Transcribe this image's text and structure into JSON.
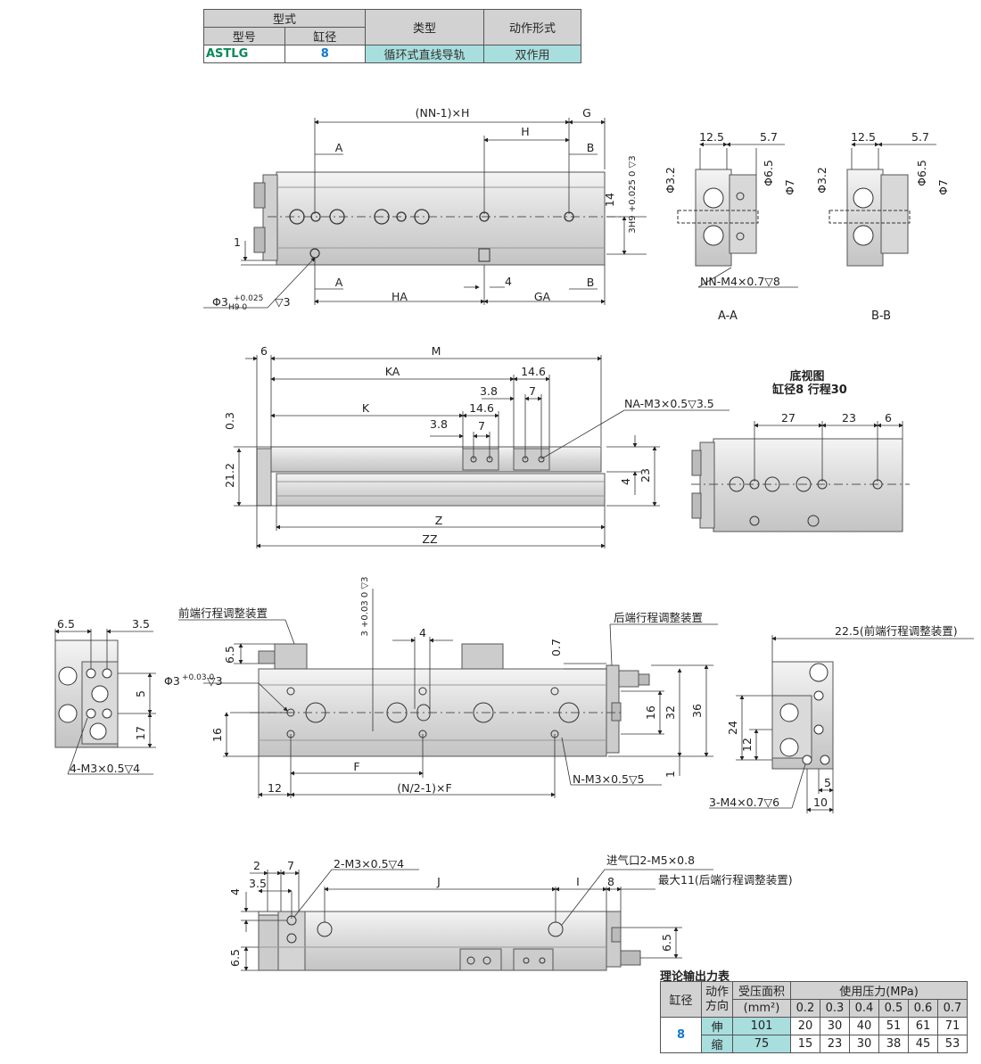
{
  "spec_table": {
    "h_form": "型式",
    "h_model": "型号",
    "h_bore": "缸径",
    "h_type": "类型",
    "h_action": "动作形式",
    "model": "ASTLG",
    "bore": "8",
    "type": "循环式直线导轨",
    "action": "双作用"
  },
  "labels": {
    "nn1h": "(NN-1)×H",
    "g": "G",
    "a": "A",
    "h": "H",
    "b": "B",
    "ha": "HA",
    "ga": "GA",
    "four": "4",
    "one": "1",
    "d3_top": "Φ3",
    "d3_tol": "+0.025",
    "d3_h9": "H9 0",
    "d3_depth": "▽3",
    "fourteen": "14",
    "three_h9": "3H9 +0.025 0 ▽3",
    "sec_a": "A-A",
    "sec_b": "B-B",
    "d12_5": "12.5",
    "d5_7": "5.7",
    "dphi32": "Φ3.2",
    "dphi65": "Φ6.5",
    "dphi7": "Φ7",
    "nn_m4": "NN-M4×0.7▽8",
    "six": "6",
    "m": "M",
    "ka": "KA",
    "k": "K",
    "d14_6": "14.6",
    "d3_8": "3.8",
    "seven": "7",
    "na_m3": "NA-M3×0.5▽3.5",
    "d0_3": "0.3",
    "d21_2": "21.2",
    "d23": "23",
    "z": "Z",
    "zz": "ZZ",
    "bottom_title": "底视图",
    "bottom_sub": "缸径8 行程30",
    "d27": "27",
    "d6_5": "6.5",
    "d3_5": "3.5",
    "front_adj": "前端行程调整装置",
    "rear_adj": "后端行程调整装置",
    "d3_03": "Φ3",
    "d3_03_tol": "+0.03 0",
    "d3_03_depth": "▽3",
    "d0_7": "0.7",
    "d16": "16",
    "d32": "32",
    "d36": "36",
    "d5": "5",
    "d17": "17",
    "four_m3": "4-M3×0.5▽4",
    "f": "F",
    "n2f": "(N/2-1)×F",
    "d12": "12",
    "n_m3": "N-M3×0.5▽5",
    "d22_5": "22.5(前端行程调整装置)",
    "d24": "24",
    "d10": "10",
    "three_m4": "3-M4×0.7▽6",
    "two": "2",
    "two_m3": "2-M3×0.5▽4",
    "j": "J",
    "i": "I",
    "eight": "8",
    "inlet": "进气口2-M5×0.8",
    "max11": "最大11(后端行程调整装置)",
    "vert_dim": "3 +0.03 0 ▽3"
  },
  "output_table": {
    "title": "理论输出力表",
    "h_bore": "缸径",
    "h_dir": "动作方向",
    "h_area": "受压面积",
    "h_area_unit": "(mm²)",
    "h_pressure": "使用压力(MPa)",
    "pressures": [
      "0.2",
      "0.3",
      "0.4",
      "0.5",
      "0.6",
      "0.7"
    ],
    "bore": "8",
    "rows": [
      {
        "dir": "伸",
        "area": "101",
        "values": [
          "20",
          "30",
          "40",
          "51",
          "61",
          "71"
        ]
      },
      {
        "dir": "缩",
        "area": "75",
        "values": [
          "15",
          "23",
          "30",
          "38",
          "45",
          "53"
        ]
      }
    ]
  }
}
